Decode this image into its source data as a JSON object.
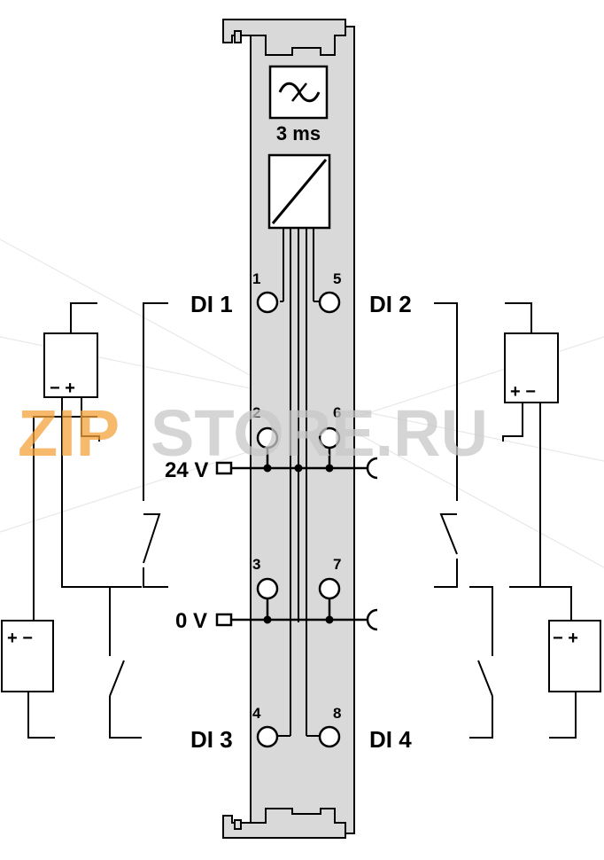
{
  "module": {
    "filter_time": "3 ms",
    "filter_icon": "tilde-filter-icon",
    "isolation_icon": "optocoupler-icon"
  },
  "channels": {
    "di1": "DI 1",
    "di2": "DI 2",
    "di3": "DI 3",
    "di4": "DI 4"
  },
  "terminals": [
    "1",
    "2",
    "3",
    "4",
    "5",
    "6",
    "7",
    "8"
  ],
  "power": {
    "v24": "24 V",
    "v0": "0 V"
  },
  "sensors": {
    "left_top_polarity": "− +",
    "right_top_polarity": "+ −",
    "left_bottom_polarity": "+ −",
    "right_bottom_polarity": "− +"
  },
  "watermark": {
    "text_part1": "ZIP",
    "text_part2": "STORE.RU",
    "color1": "#f5a23c",
    "color2": "#c8c8c8"
  },
  "colors": {
    "module_fill": "#d9d9d9",
    "line": "#000000"
  }
}
